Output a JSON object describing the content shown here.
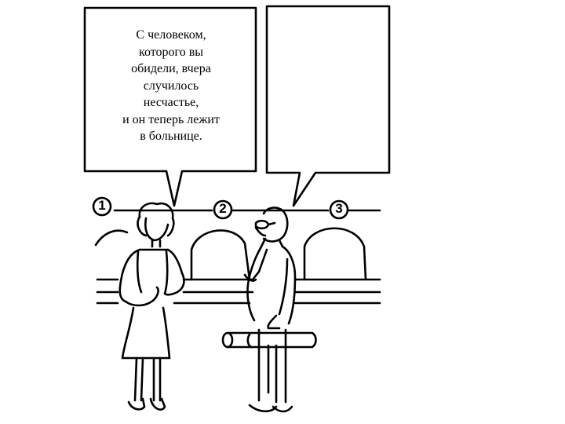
{
  "speech_bubble_left": {
    "text": "С человеком,\nкоторого вы\nобидели, вчера\nслучилось\nнесчастье,\nи он теперь лежит\nв больнице."
  },
  "speech_bubble_right": {
    "text": ""
  },
  "markers": [
    {
      "label": "1"
    },
    {
      "label": "2"
    },
    {
      "label": "3"
    }
  ]
}
